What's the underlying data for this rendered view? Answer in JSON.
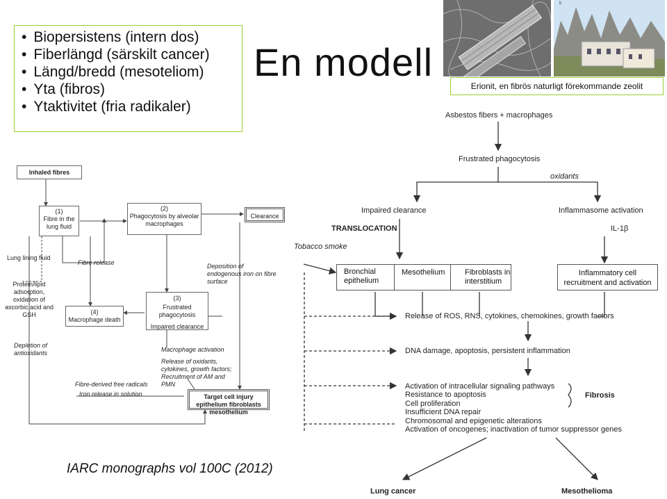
{
  "bullets": [
    "Biopersistens (intern dos)",
    "Fiberlängd (särskilt cancer)",
    "Längd/bredd (mesoteliom)",
    "Yta (fibros)",
    "Ytaktivitet (fria radikaler)"
  ],
  "title": "En modell",
  "photos": {
    "caption": "Erionit, en fibrös naturligt förekommande zeolit",
    "mark": "b"
  },
  "citation": "IARC monographs vol 100C (2012)",
  "left_diagram": {
    "inhaled": "Inhaled fibres",
    "box1_num": "(1)",
    "box1_text": "Fibre in the lung fluid",
    "box2_num": "(2)",
    "box2_text": "Phagocytosis by alveolar macrophages",
    "clearance": "Clearance",
    "lung_lining": "Lung lining fluid",
    "fibre_release": "Fibre release",
    "protein_lipid": "Protein/lipid adsorption, oxidation of ascorbic acid and GSH",
    "deposition": "Deposition of endogenous iron on fibre surface",
    "box3_num": "(3)",
    "box3_line1": "Frustrated phagocytosis",
    "box3_line2": "Impaired clearance",
    "box4_num": "(4)",
    "box4_text": "Macrophage death",
    "depletion": "Depletion of antioxidants",
    "mac_activation": "Macrophage activation",
    "release": "Release of oxidants, cytokines, growth factors; Recruitment of AM and PMN",
    "free_radicals": "Fibre-derived free radicals",
    "iron_release": "Iron release in solution",
    "target": "Target cell injury epithelium fibroblasts mesothelium"
  },
  "right_diagram": {
    "top": "Asbestos fibers + macrophages",
    "frustrated": "Frustrated phagocytosis",
    "oxidants": "oxidants",
    "impaired": "Impaired clearance",
    "inflammasome": "Inflammasome activation",
    "translocation": "TRANSLOCATION",
    "il1b": "IL-1β",
    "tobacco": "Tobacco smoke",
    "bronchial": "Bronchial epithelium",
    "mesothelium": "Mesothelium",
    "fibroblasts": "Fibroblasts in interstitium",
    "inflammatory": "Inflammatory cell recruitment and activation",
    "ros": "Release of ROS, RNS, cytokines, chemokines, growth factors",
    "dna": "DNA damage, apoptosis, persistent inflammation",
    "list": [
      "Activation of intracellular signaling pathways",
      "Resistance to apoptosis",
      "Cell proliferation",
      "Insufficient DNA repair",
      "Chromosomal and epigenetic alterations",
      "Activation of oncogenes; inactivation of tumor suppressor genes"
    ],
    "fibrosis": "Fibrosis",
    "lung_cancer": "Lung cancer",
    "mesothelioma": "Mesothelioma"
  }
}
